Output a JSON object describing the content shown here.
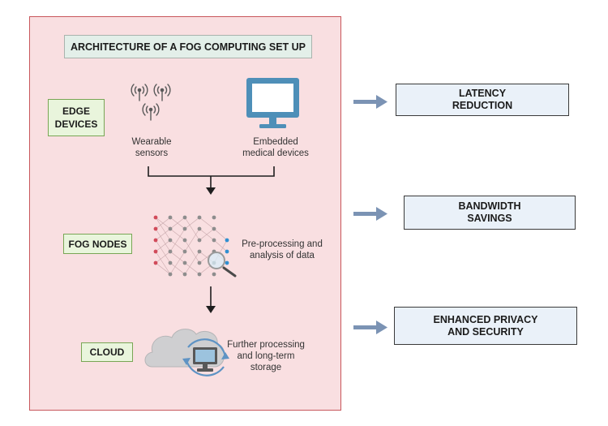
{
  "title": "ARCHITECTURE OF A FOG COMPUTING SET UP",
  "layers": {
    "edge": {
      "label": "EDGE\nDEVICES",
      "wearable_caption": "Wearable\nsensors",
      "embedded_caption": "Embedded\nmedical devices"
    },
    "fog": {
      "label": "FOG NODES",
      "caption": "Pre-processing and\nanalysis of data"
    },
    "cloud": {
      "label": "CLOUD",
      "caption": "Further processing\nand long-term\nstorage"
    }
  },
  "benefits": {
    "latency": "LATENCY\nREDUCTION",
    "bandwidth": "BANDWIDTH\nSAVINGS",
    "privacy": "ENHANCED PRIVACY\nAND SECURITY"
  },
  "icons": {
    "wearable": "wireless-sensor-icon",
    "embedded": "monitor-icon",
    "fog": "neural-network-icon",
    "magnifier": "magnifier-icon",
    "cloud": "cloud-computer-icon"
  },
  "colors": {
    "panel_fill": "#f9dfe1",
    "panel_border": "#c8575c",
    "label_fill": "#e9f5dc",
    "label_border": "#79a655",
    "benefit_fill": "#eaf1f9",
    "arrow": "#7b93b4",
    "monitor": "#4e8fb8"
  }
}
